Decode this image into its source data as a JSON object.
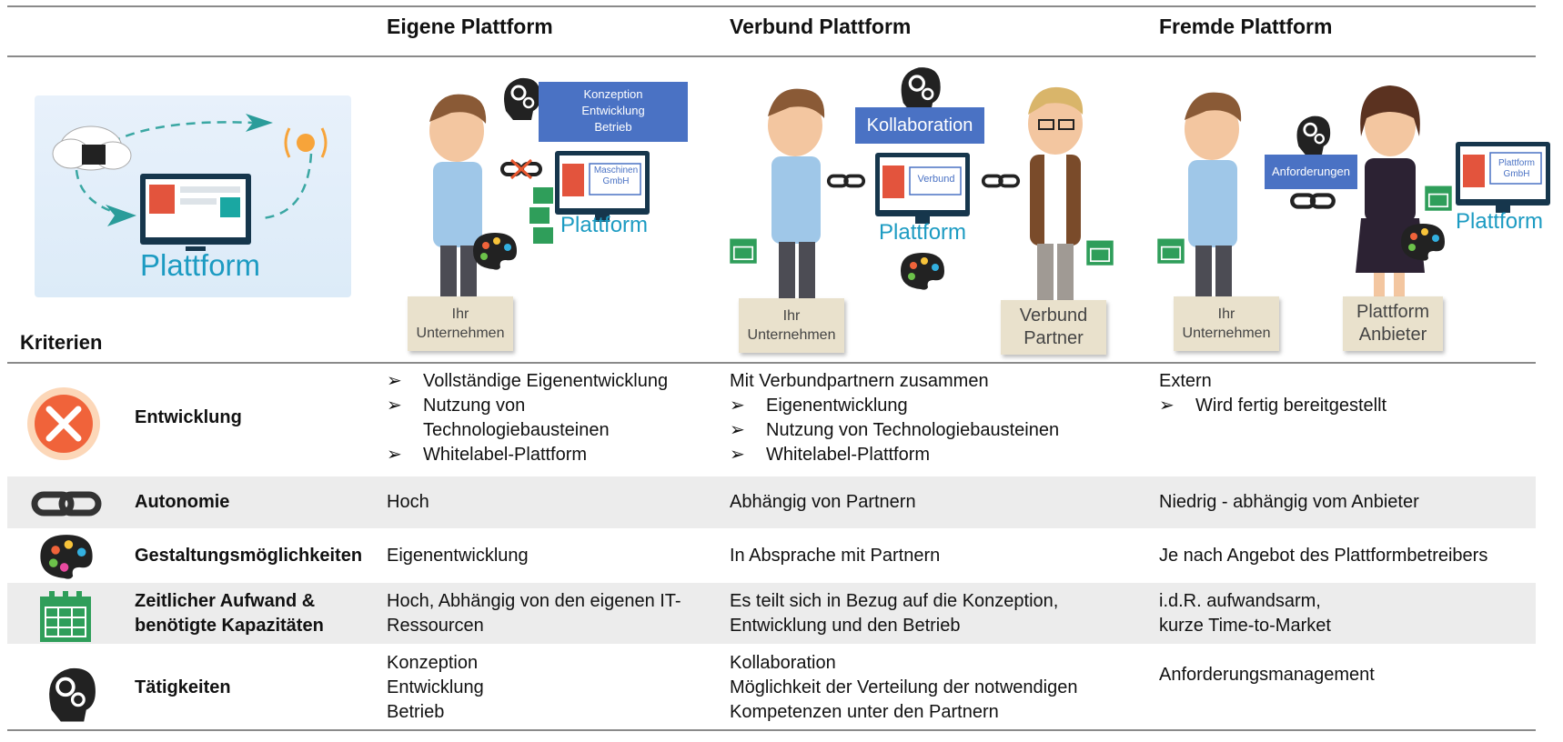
{
  "header": {
    "columns": [
      "Eigene Plattform",
      "Verbund Plattform",
      "Fremde Plattform"
    ],
    "criteria_label": "Kriterien"
  },
  "illustrations": {
    "overview": {
      "platform_word": "Plattform"
    },
    "eigene": {
      "bubble": [
        "Konzeption",
        "Entwicklung",
        "Betrieb"
      ],
      "monitor_label": [
        "Maschinen",
        "GmbH"
      ],
      "platform_word": "Plattform",
      "person_label": [
        "Ihr",
        "Unternehmen"
      ]
    },
    "verbund": {
      "bubble": "Kollaboration",
      "monitor_label": "Verbund",
      "platform_word": "Plattform",
      "person_left_label": [
        "Ihr",
        "Unternehmen"
      ],
      "person_right_label": [
        "Verbund",
        "Partner"
      ]
    },
    "fremde": {
      "bubble": "Anforderungen",
      "monitor_label": [
        "Plattform",
        "GmbH"
      ],
      "platform_word": "Plattform",
      "person_left_label": [
        "Ihr",
        "Unternehmen"
      ],
      "person_right_label": [
        "Plattform",
        "Anbieter"
      ]
    }
  },
  "rows": [
    {
      "criterion": "Entwicklung",
      "icon": "tools-gear-icon",
      "eigene": {
        "bullets": [
          "Vollständige Eigenentwicklung",
          "Nutzung von Technologiebausteinen",
          "Whitelabel-Plattform"
        ]
      },
      "verbund": {
        "intro": "Mit Verbundpartnern zusammen",
        "bullets": [
          "Eigenentwicklung",
          "Nutzung von Technologiebausteinen",
          "Whitelabel-Plattform"
        ]
      },
      "fremde": {
        "intro": "Extern",
        "bullets": [
          "Wird fertig bereitgestellt"
        ]
      }
    },
    {
      "criterion": "Autonomie",
      "icon": "chain-link-icon",
      "eigene": "Hoch",
      "verbund": "Abhängig von Partnern",
      "fremde": "Niedrig - abhängig vom Anbieter"
    },
    {
      "criterion": "Gestaltungsmöglichkeiten",
      "icon": "palette-icon",
      "eigene": "Eigenentwicklung",
      "verbund": "In Absprache mit Partnern",
      "fremde": "Je nach Angebot des Plattformbetreibers"
    },
    {
      "criterion": [
        "Zeitlicher Aufwand &",
        "benötigte Kapazitäten"
      ],
      "icon": "calendar-icon",
      "eigene": [
        "Hoch, Abhängig von den eigenen IT-",
        "Ressourcen"
      ],
      "verbund": [
        "Es teilt sich in Bezug auf  die Konzeption,",
        "Entwicklung und den Betrieb"
      ],
      "fremde": [
        "i.d.R. aufwandsarm,",
        "kurze Time-to-Market"
      ]
    },
    {
      "criterion": "Tätigkeiten",
      "icon": "head-gears-icon",
      "eigene": [
        "Konzeption",
        "Entwicklung",
        "Betrieb"
      ],
      "verbund": [
        "Kollaboration",
        "Möglichkeit der Verteilung der notwendigen",
        "Kompetenzen unter den Partnern"
      ],
      "fremde": "Anforderungsmanagement"
    }
  ],
  "bullet_glyph": "➢",
  "colors": {
    "accent_blue": "#4a72c4",
    "platform_text": "#1c9bc2",
    "row_band": "#ececec",
    "icon_orange": "#f0633a",
    "calendar_green": "#2f9e5a"
  }
}
